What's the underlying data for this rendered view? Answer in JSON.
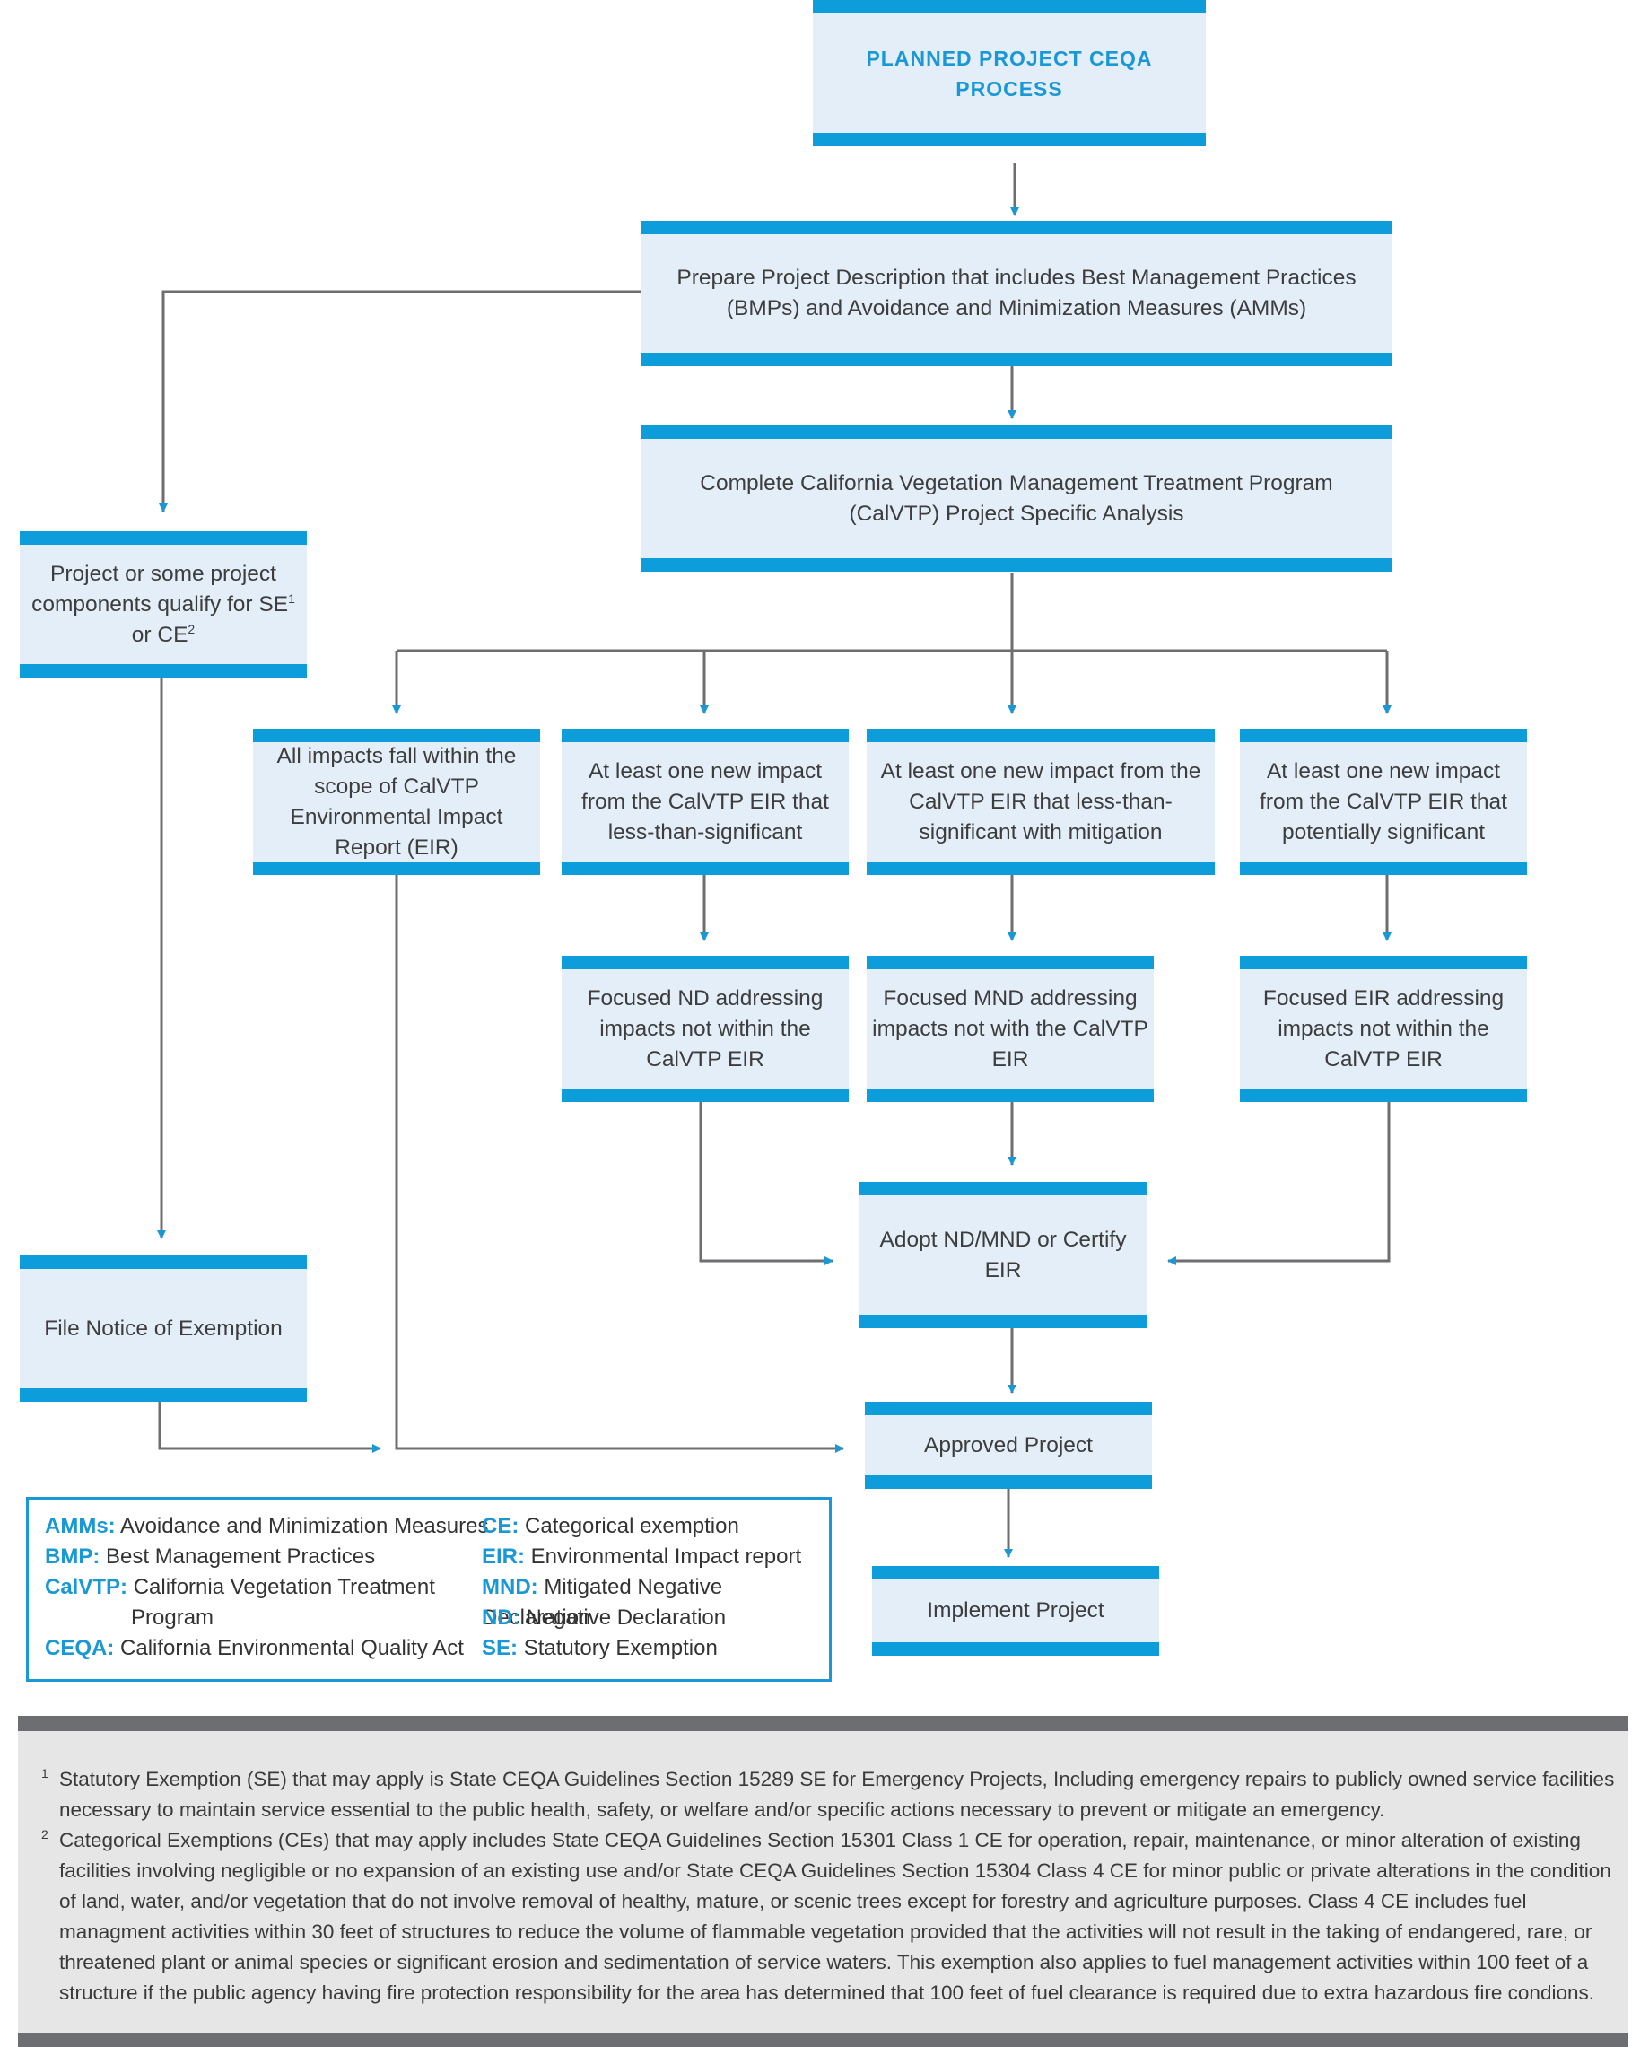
{
  "nodes": {
    "title": "PLANNED PROJECT CEQA PROCESS",
    "prepare": "Prepare Project Description that includes Best Management Practices (BMPs) and Avoidance and Minimization Measures (AMMs)",
    "complete": "Complete California Vegetation Management Treatment Program (CalVTP) Project Specific Analysis",
    "qualify_text": "Project or some project components qualify for SE",
    "qualify_sup1": "1",
    "qualify_or": "or CE",
    "qualify_sup2": "2",
    "scope": "All impacts fall within the scope of CalVTP Environmental Impact Report (EIR)",
    "lts": "At least one new impact from the CalVTP EIR that less-than-significant",
    "ltsm": "At least one new impact from the CalVTP EIR that less-than-significant with mitigation",
    "ps": "At least one new impact from the CalVTP EIR that potentially significant",
    "focused_nd": "Focused ND addressing impacts not within the CalVTP EIR",
    "focused_mnd": "Focused MND addressing impacts not with the CalVTP EIR",
    "focused_eir": "Focused EIR addressing impacts not within the CalVTP EIR",
    "adopt": "Adopt ND/MND or Certify EIR",
    "file_noe": "File Notice of Exemption",
    "approved": "Approved Project",
    "implement": "Implement Project"
  },
  "legend": [
    {
      "abbr": "AMMs:",
      "text": "Avoidance and Minimization Measures"
    },
    {
      "abbr": "BMP:",
      "text": "Best Management Practices"
    },
    {
      "abbr": "CalVTP:",
      "text": "California Vegetation Treatment",
      "text2": "Program"
    },
    {
      "abbr": "CEQA:",
      "text": "California Environmental Quality Act"
    },
    {
      "abbr": "CE:",
      "text": "Categorical exemption"
    },
    {
      "abbr": "EIR:",
      "text": "Environmental Impact report"
    },
    {
      "abbr": "MND:",
      "text": "Mitigated Negative Declaration"
    },
    {
      "abbr": "ND:",
      "text": "Negative Declaration"
    },
    {
      "abbr": "SE:",
      "text": "Statutory Exemption"
    }
  ],
  "footnotes": [
    {
      "mark": "1",
      "text": "Statutory Exemption (SE) that may apply is State CEQA Guidelines Section 15289 SE for Emergency Projects, Including emergency repairs to publicly owned service facilities necessary to maintain service essential to the public health, safety, or welfare and/or specific actions necessary to prevent or mitigate an emergency."
    },
    {
      "mark": "2",
      "text": "Categorical Exemptions (CEs) that may apply includes State CEQA Guidelines Section 15301 Class 1 CE for operation, repair, maintenance, or minor alteration of existing facilities involving negligible or no expansion of an existing use and/or State CEQA Guidelines Section 15304 Class 4 CE for minor public or private alterations in the condition of land, water, and/or vegetation that do not involve removal of healthy, mature, or scenic trees except for forestry and agriculture purposes. Class 4 CE includes fuel managment activities within 30 feet of structures to reduce the volume of flammable vegetation provided that the activities will not result in the taking of endangered, rare, or threatened plant or animal species or significant erosion and sedimentation of service waters. This exemption also applies to fuel management activities within 100 feet of a structure if the public agency having fire protection responsibility for the area has determined that 100 feet of fuel clearance is required due to extra hazardous fire condions."
    }
  ],
  "colors": {
    "accent": "#0d9ddb",
    "box_fill": "#e3eef8",
    "connector": "#6d6e71",
    "footnote_band": "#6d6e71"
  }
}
